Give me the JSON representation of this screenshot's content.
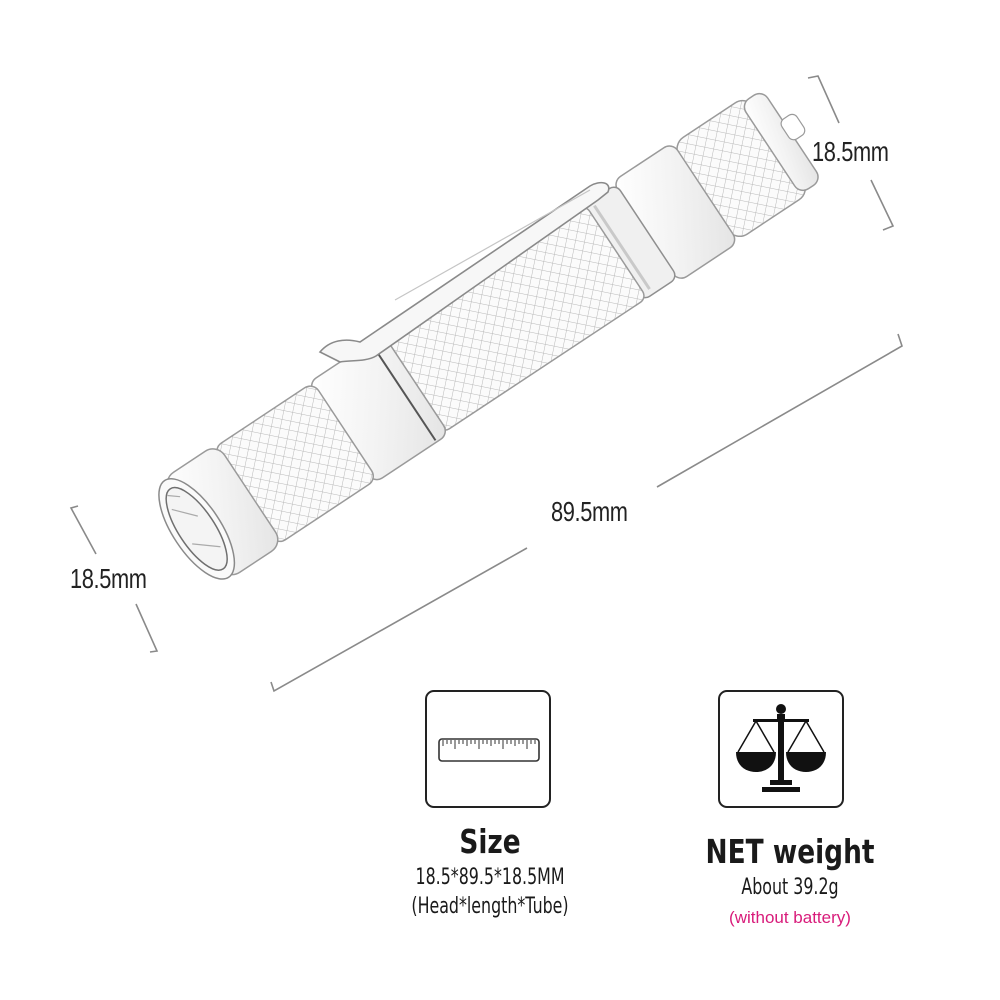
{
  "dimensions": {
    "head_diameter_top": "18.5mm",
    "length": "89.5mm",
    "head_diameter_bottom": "18.5mm"
  },
  "size_card": {
    "icon": "ruler-icon",
    "title": "Size",
    "value": "18.5*89.5*18.5MM",
    "legend": "(Head*length*Tube)"
  },
  "weight_card": {
    "icon": "balance-scale-icon",
    "title": "NET weight",
    "value": "About 39.2g",
    "note": "(without battery)",
    "note_color": "#d81b7a"
  },
  "product": {
    "image": "flashlight-sketch",
    "accent_line_color": "#8a8a8a"
  }
}
